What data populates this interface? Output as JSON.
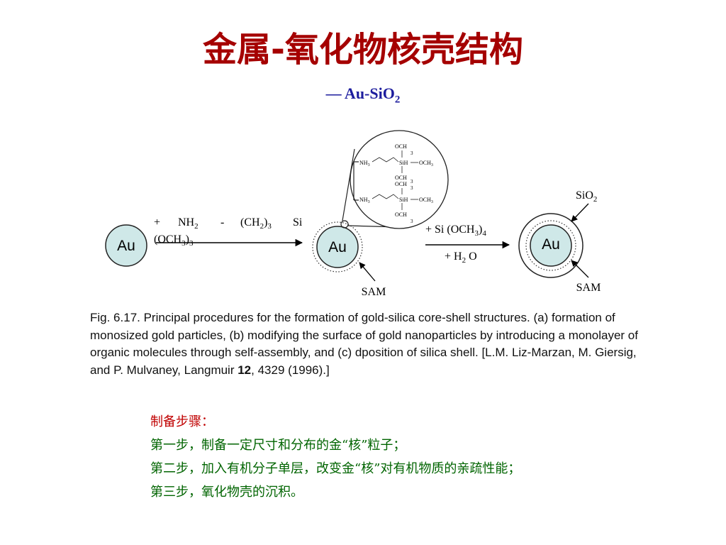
{
  "slide": {
    "title": "金属-氧化物核壳结构",
    "subtitle": {
      "prefix": "— Au-SiO",
      "sub": "2"
    }
  },
  "diagram": {
    "core_label": "Au",
    "sam_label": "SAM",
    "shell_label": {
      "main": "SiO",
      "sub": "2"
    },
    "reagent1": {
      "parts": [
        "+",
        "NH",
        "2",
        "-",
        "(CH",
        "2",
        ")",
        "3",
        "Si",
        "(OCH",
        "3",
        ")",
        "3"
      ]
    },
    "reagent2": {
      "parts": [
        "+ Si (OCH",
        "3",
        ")",
        "4"
      ]
    },
    "reagent3": {
      "parts": [
        "+ H",
        "2",
        " O"
      ]
    },
    "molecule": {
      "amine": {
        "main": "NH",
        "sub": "3"
      },
      "silicon": "SiH",
      "methoxy": {
        "main": "OCH",
        "sub": "3"
      },
      "methoxy_split": {
        "main": "OCH",
        "sub": "3"
      }
    }
  },
  "caption": {
    "before_bold": "Fig. 6.17. Principal procedures for the formation of gold-silica core-shell structures. (a) formation of monosized gold particles, (b) modifying the surface of gold nanoparticles by introducing a monolayer of organic molecules through self-assembly, and (c) dposition of silica shell. [L.M. Liz-Marzan, M. Giersig, and P. Mulvaney, Langmuir ",
    "bold": "12",
    "after_bold": ", 4329 (1996).]"
  },
  "steps": {
    "heading": "制备步骤：",
    "items": [
      "第一步，制备一定尺寸和分布的金“核”粒子；",
      "第二步，加入有机分子单层，改变金“核”对有机物质的亲疏性能；",
      "第三步，氧化物壳的沉积。"
    ]
  },
  "colors": {
    "title": "#a50000",
    "subtitle": "#1d1d9e",
    "core_fill": "#cfe8e8",
    "heading": "#c00000",
    "steps": "#006400"
  }
}
